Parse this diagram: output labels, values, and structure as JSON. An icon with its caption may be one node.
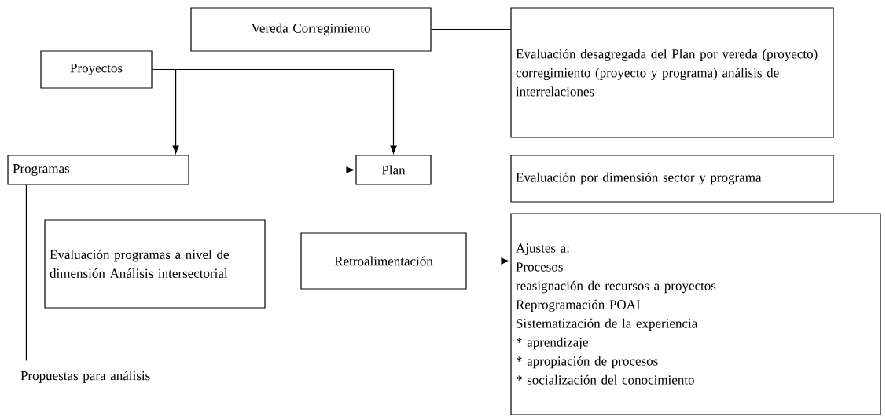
{
  "diagram": {
    "nodes": [
      {
        "text": [
          "Vereda   Corregimiento"
        ]
      },
      {
        "text": [
          "Proyectos"
        ]
      },
      {
        "text": [
          "Evaluación desagregada del Plan por vereda (proyecto) corregimiento (proyecto y programa) análisis de interrelaciones"
        ]
      },
      {
        "text": [
          "Programas"
        ]
      },
      {
        "text": [
          "Plan"
        ]
      },
      {
        "text": [
          "Evaluación por dimensión sector y programa"
        ]
      },
      {
        "text": [
          "Evaluación programas a nivel de dimensión Análisis intersectorial"
        ]
      },
      {
        "text": [
          "Retroalimentación"
        ]
      },
      {
        "text": [
          "Ajustes a:",
          "Procesos",
          "reasignación de recursos a proyectos",
          "Reprogramación POAI",
          "Sistematización de la experiencia",
          "* aprendizaje",
          "* apropiación de procesos",
          "* socialización del conocimiento"
        ]
      },
      {
        "text": [
          "Propuestas para análisis"
        ]
      }
    ],
    "edges": [
      {
        "from": 0,
        "to": 2,
        "arrow": "none"
      },
      {
        "from": 1,
        "to": 4,
        "arrow": "to"
      },
      {
        "from": 1,
        "to": 3,
        "arrow": "to"
      },
      {
        "from": 3,
        "to": 4,
        "arrow": "to"
      },
      {
        "from": 3,
        "to": 9,
        "arrow": "none"
      },
      {
        "from": 7,
        "to": 8,
        "arrow": "to"
      }
    ]
  }
}
